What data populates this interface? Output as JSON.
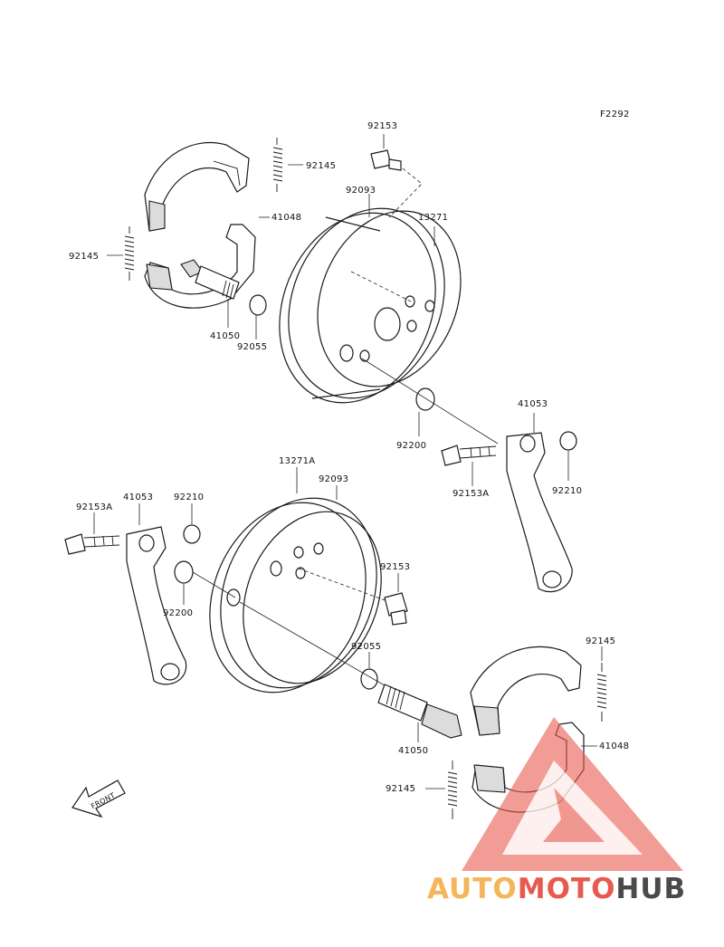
{
  "figure_code": "F2292",
  "labels": {
    "upper_cover_bolt": "92153",
    "upper_oring_top": "92093",
    "upper_drum_panel": "13271",
    "upper_spring_top": "92145",
    "upper_shoe_top": "41048",
    "upper_spring_left": "92145",
    "upper_camshaft": "41050",
    "upper_oring_cam": "92055",
    "upper_washer": "92200",
    "upper_lever": "41053",
    "upper_lever_bolt": "92153A",
    "upper_lever_washer": "92210",
    "lower_drum_panel": "13271A",
    "lower_oring_top": "92093",
    "lower_lever_bolt": "92153A",
    "lower_lever": "41053",
    "lower_lever_washer": "92210",
    "lower_washer": "92200",
    "lower_cover_bolt": "92153",
    "lower_oring_cam": "92055",
    "lower_camshaft": "41050",
    "lower_spring_right": "92145",
    "lower_shoe": "41048",
    "lower_spring_bottom": "92145"
  },
  "front_arrow_text": "FRONT",
  "watermark": {
    "part1": "AUTO",
    "part2": "MOTO",
    "part3": "HUB",
    "color_light": "#f5b55a",
    "color_dark": "#e85a4f",
    "color_grey": "#4a4a4a"
  }
}
